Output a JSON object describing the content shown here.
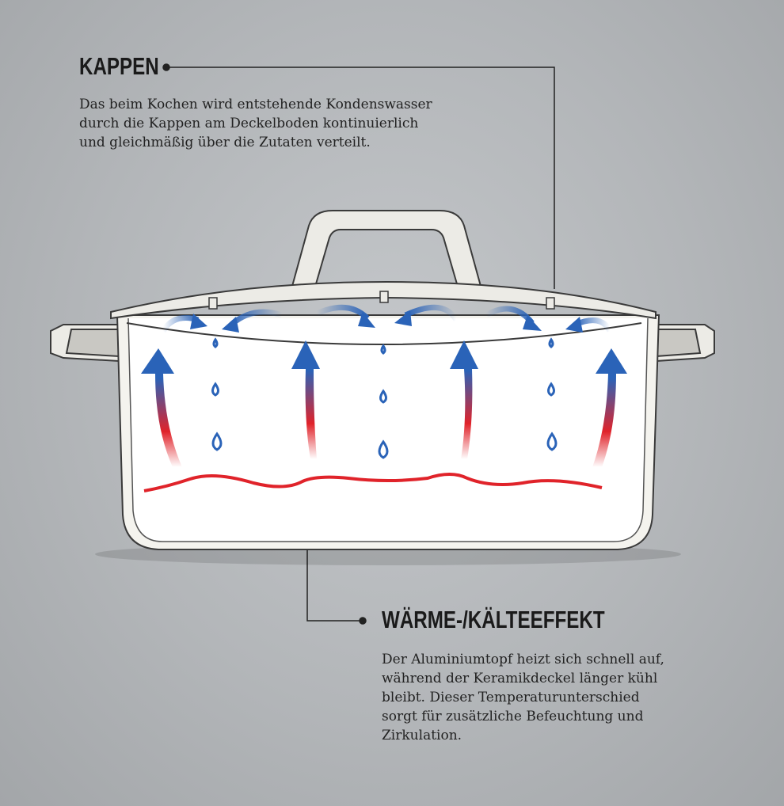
{
  "callouts": [
    {
      "title": "KAPPEN",
      "lines": [
        "Das beim Kochen wird entstehende Kondenswasser",
        "durch die Kappen am Deckelboden kontinuierlich",
        "und gleichmäßig über die Zutaten verteilt."
      ]
    },
    {
      "title": "WÄRME-/KÄLTEEFFEKT",
      "lines": [
        "Der Aluminiumtopf heizt sich schnell auf,",
        "während der Keramikdeckel länger kühl",
        "bleibt. Dieser Temperaturunterschied",
        "sorgt für zusätzliche Befeuchtung und",
        "Zirkulation."
      ]
    }
  ],
  "colors": {
    "heat": "#e0232a",
    "cool": "#2a63b8",
    "pot": "#f4f3ee",
    "outline": "#3a3a3a"
  }
}
